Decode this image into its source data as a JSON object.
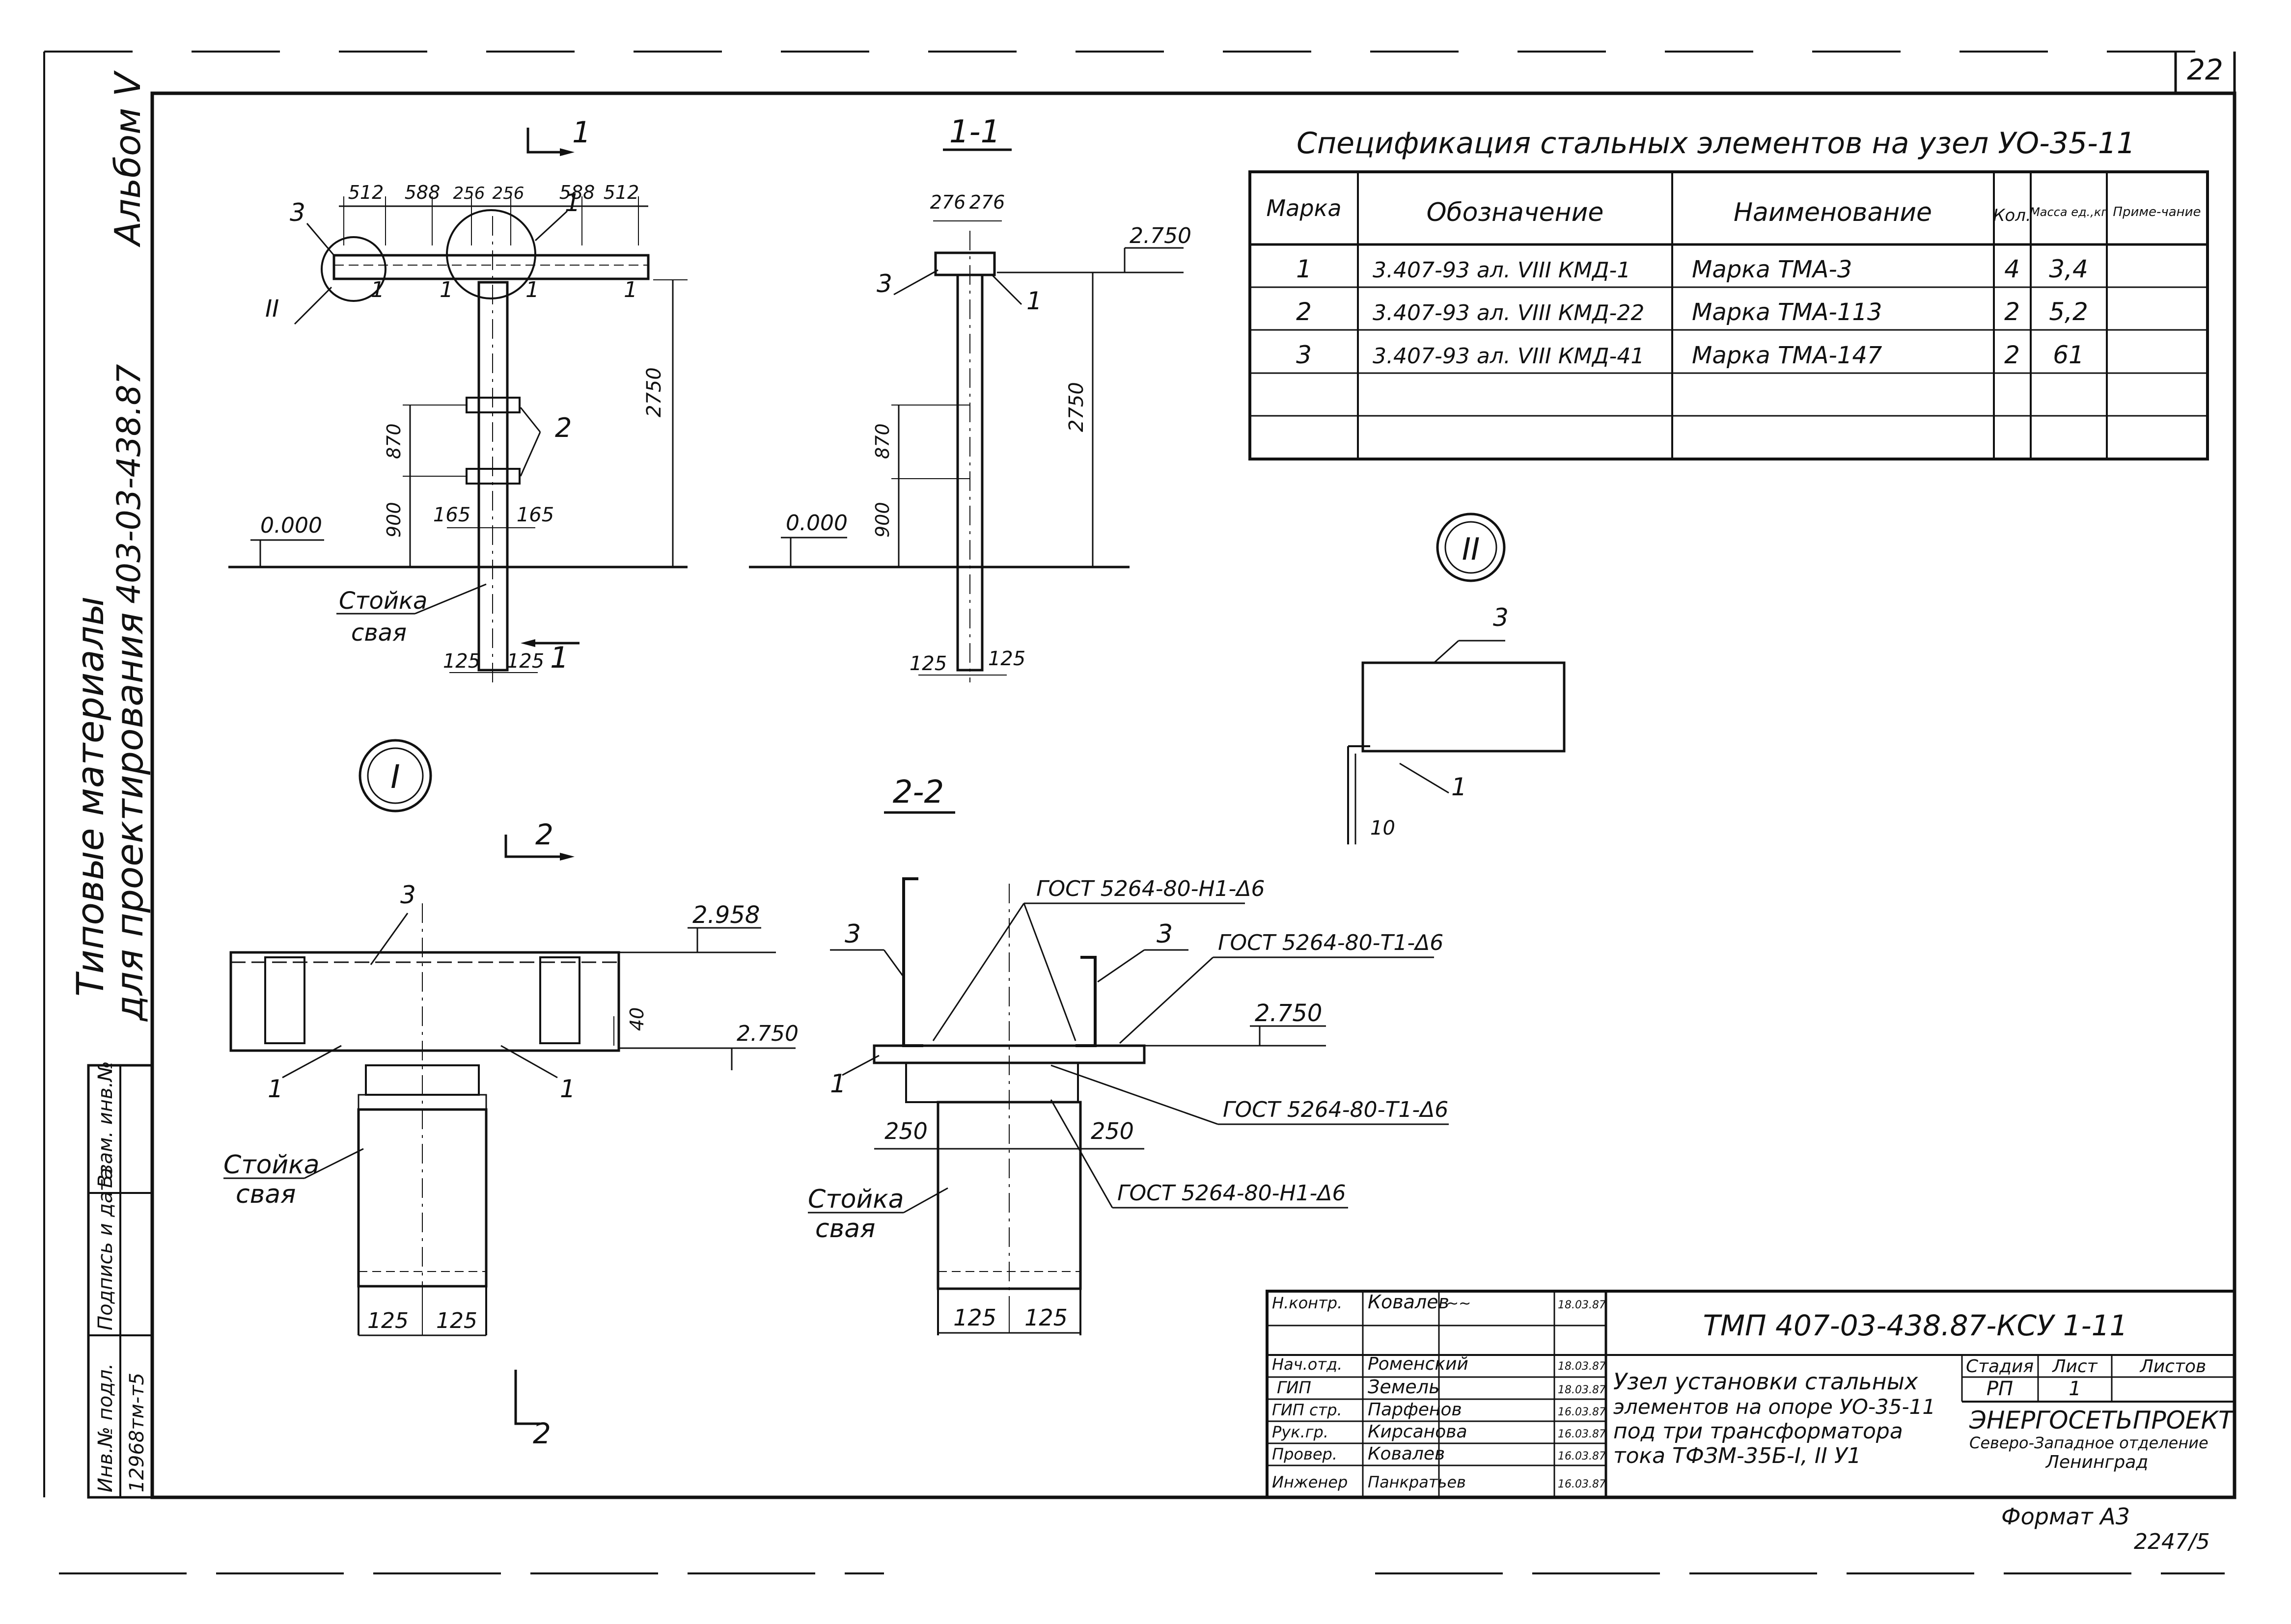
{
  "page_number": "22",
  "album": "Альбом V",
  "doc_code_vertical": "403-03-438.87",
  "side_title_1": "Типовые материалы",
  "side_title_2": "для проектирования",
  "stamp_left": {
    "headers": [
      "Инв.№ подл.",
      "Подпись и дата",
      "Взам. инв.№"
    ],
    "inv_no": "12968тм-т5"
  },
  "spec_table": {
    "title": "Спецификация стальных элементов на узел УО-35-11",
    "columns": [
      "Марка",
      "Обозначение",
      "Наименование",
      "Кол.",
      "Масса ед.,кг",
      "Приме-чание"
    ],
    "rows": [
      [
        "1",
        "3.407-93 ал. VIII КМД-1",
        "Марка ТМА-3",
        "4",
        "3,4",
        ""
      ],
      [
        "2",
        "3.407-93 ал. VIII КМД-22",
        "Марка ТМА-113",
        "2",
        "5,2",
        ""
      ],
      [
        "3",
        "3.407-93 ал. VIII КМД-41",
        "Марка ТМА-147",
        "2",
        "61",
        ""
      ],
      [
        "",
        "",
        "",
        "",
        "",
        ""
      ],
      [
        "",
        "",
        "",
        "",
        "",
        ""
      ]
    ]
  },
  "views": {
    "front": {
      "top_dims": [
        "512",
        "588",
        "256",
        "256",
        "588",
        "512"
      ],
      "vertical_dims": [
        "2750",
        "870",
        "900"
      ],
      "bottom_dims": [
        "125",
        "125"
      ],
      "pipe_dims": [
        "165",
        "165"
      ],
      "level": "0.000",
      "post_label_1": "Стойка",
      "post_label_2": "свая",
      "section_mark": "1",
      "callouts": [
        "3",
        "1",
        "1",
        "1",
        "1",
        "1",
        "2"
      ],
      "detail_mark": "II"
    },
    "section_1_1": {
      "title": "1-1",
      "top_dims": [
        "276",
        "276"
      ],
      "level_top": "2.750",
      "level_bottom": "0.000",
      "vertical_dims": [
        "2750",
        "870",
        "900"
      ],
      "bottom_dims": [
        "125",
        "125"
      ],
      "callouts": [
        "3",
        "1"
      ]
    },
    "detail_I": {
      "mark": "I",
      "level_top": "2.958",
      "level_mid": "2.750",
      "dim_40": "40",
      "bottom_dims": [
        "125",
        "125"
      ],
      "post_label_1": "Стойка",
      "post_label_2": "свая",
      "section_mark": "2",
      "callouts": [
        "3",
        "1",
        "1"
      ]
    },
    "section_2_2": {
      "title": "2-2",
      "weld_notes": [
        "ГОСТ 5264-80-Н1-Δ6",
        "ГОСТ 5264-80-Т1-Δ6",
        "ГОСТ 5264-80-Т1-Δ6",
        "ГОСТ 5264-80-Н1-Δ6"
      ],
      "level": "2.750",
      "side_dims": [
        "250",
        "250"
      ],
      "bottom_dims": [
        "125",
        "125"
      ],
      "post_label_1": "Стойка",
      "post_label_2": "свая",
      "callouts": [
        "3",
        "3",
        "1"
      ]
    },
    "detail_II": {
      "mark": "II",
      "dim": "10",
      "callouts": [
        "3",
        "1"
      ]
    }
  },
  "title_block": {
    "designation": "ТМП 407-03-438.87-КСУ 1-11",
    "staff": [
      {
        "role": "Н.контр.",
        "name": "Ковалев",
        "date": "18.03.87"
      },
      {
        "role": "Нач.отд.",
        "name": "Роменский",
        "date": "18.03.87"
      },
      {
        "role": "ГИП",
        "name": "Земель",
        "date": "18.03.87"
      },
      {
        "role": "ГИП стр.",
        "name": "Парфенов",
        "date": "16.03.87"
      },
      {
        "role": "Рук.гр.",
        "name": "Кирсанова",
        "date": "16.03.87"
      },
      {
        "role": "Провер.",
        "name": "Ковалев",
        "date": "16.03.87"
      },
      {
        "role": "Инженер",
        "name": "Панкратьев",
        "date": "16.03.87"
      }
    ],
    "description": [
      "Узел установки стальных",
      "элементов на опоре УО-35-11",
      "под три трансформатора",
      "тока ТФЗМ-35Б-I, II У1"
    ],
    "stage_headers": [
      "Стадия",
      "Лист",
      "Листов"
    ],
    "stage_values": [
      "РП",
      "1",
      ""
    ],
    "org_1": "ЭНЕРГОСЕТЬПРОЕКТ",
    "org_2": "Северо-Западное отделение",
    "org_3": "Ленинград"
  },
  "format": "Формат А3",
  "sheet_code": "2247/5"
}
